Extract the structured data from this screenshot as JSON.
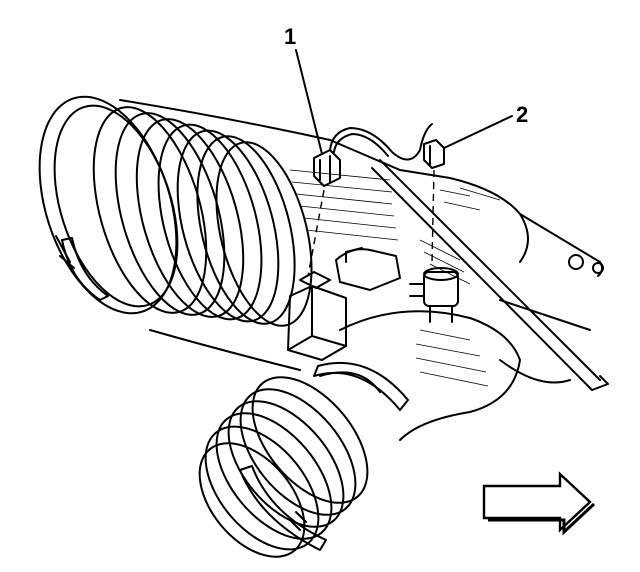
{
  "callouts": [
    {
      "number": "1"
    },
    {
      "number": "2"
    }
  ],
  "icons": {
    "direction_arrow": "arrow-right-outline"
  }
}
